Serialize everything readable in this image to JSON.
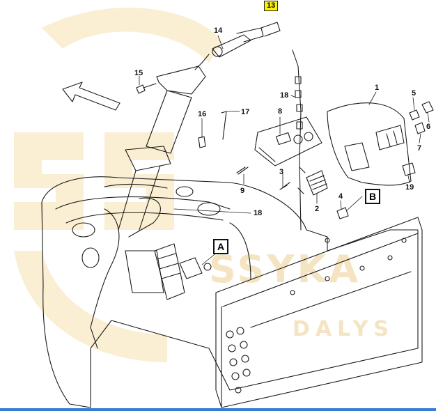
{
  "watermark": {
    "brand": "SSYKA",
    "sub": "DALYS",
    "color": "#e8c478"
  },
  "callouts": {
    "c13": "13",
    "c14": "14",
    "c15": "15",
    "c16": "16",
    "c17": "17",
    "c8": "8",
    "c18_top": "18",
    "c1": "1",
    "c5": "5",
    "c6": "6",
    "c7": "7",
    "c19": "19",
    "c3": "3",
    "c9": "9",
    "c2": "2",
    "c4": "4",
    "c18_bottom": "18"
  },
  "view_labels": {
    "a": "A",
    "b": "B"
  },
  "colors": {
    "highlight": "#fff200",
    "line": "#1a1a1a",
    "bottom_rule": "#3a7bd5"
  }
}
